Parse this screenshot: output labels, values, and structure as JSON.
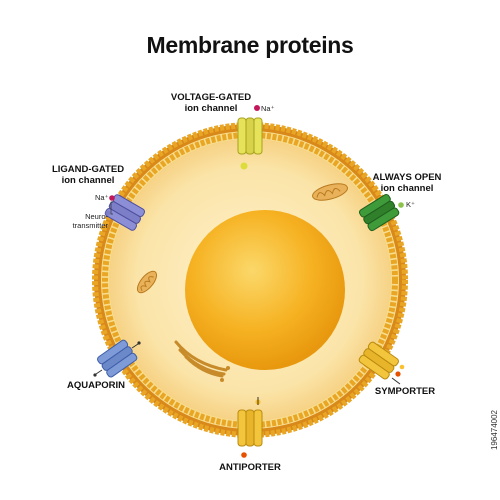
{
  "title": "Membrane proteins",
  "labels": {
    "voltage_gated": {
      "line1": "VOLTAGE-GATED",
      "line2": "ion channel",
      "ion": "Na⁺"
    },
    "ligand_gated": {
      "line1": "LIGAND-GATED",
      "line2": "ion channel",
      "ion": "Na⁺",
      "neuro1": "Neuro-",
      "neuro2": "transmitter"
    },
    "always_open": {
      "line1": "ALWAYS OPEN",
      "line2": "ion channel",
      "ion": "K⁺"
    },
    "aquaporin": "AQUAPORIN",
    "symporter": "SYMPORTER",
    "antiporter": "ANTIPORTER"
  },
  "stock_id": "196474002",
  "colors": {
    "membrane": "#e7a21e",
    "cytoplasm": "#fbe7b1",
    "nucleus": "#f7b31a",
    "voltage_channel": "#e6e25a",
    "ligand_channel": "#8d8fd6",
    "always_open_channel": "#3f9a3a",
    "aquaporin": "#7e9bd8",
    "transporter": "#f2c53c",
    "organelle": "#e8b15a"
  }
}
